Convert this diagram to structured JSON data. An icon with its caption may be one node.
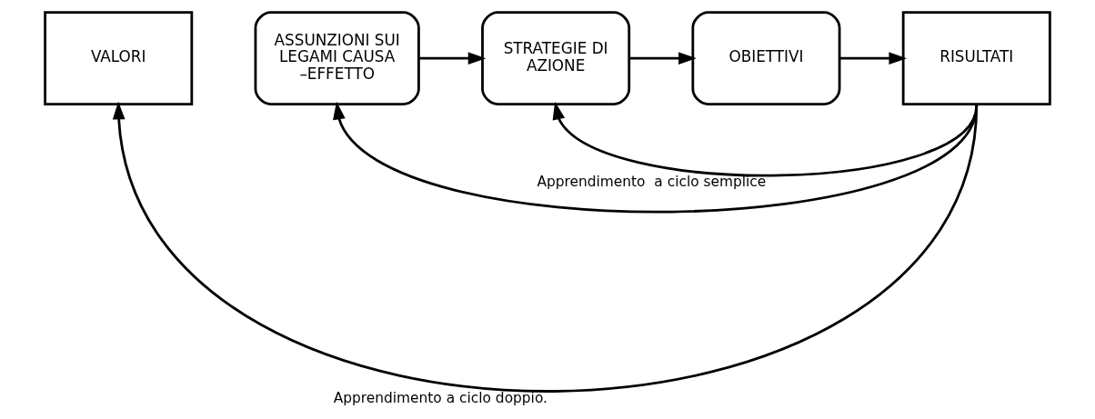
{
  "diagram": {
    "nodes": [
      {
        "text": [
          "VALORI"
        ]
      },
      {
        "text": [
          "ASSUNZIONI SUI LEGAMI CAUSA –EFFETTO"
        ]
      },
      {
        "text": [
          "STRATEGIE DI AZIONE"
        ]
      },
      {
        "text": [
          "OBIETTIVI"
        ]
      },
      {
        "text": [
          "RISULTATI"
        ]
      }
    ],
    "edges": [
      {
        "from": 1,
        "to": 2,
        "arrow": "to"
      },
      {
        "from": 2,
        "to": 3,
        "arrow": "to"
      },
      {
        "from": 3,
        "to": 4,
        "arrow": "to"
      },
      {
        "from": 4,
        "to": 2,
        "arrow": "to",
        "label": "Apprendimento  a ciclo semplice"
      },
      {
        "from": 4,
        "to": 0,
        "arrow": "to",
        "label": "Apprendimento a ciclo doppio."
      },
      {
        "from": 4,
        "to": 1,
        "arrow": "to"
      }
    ]
  }
}
